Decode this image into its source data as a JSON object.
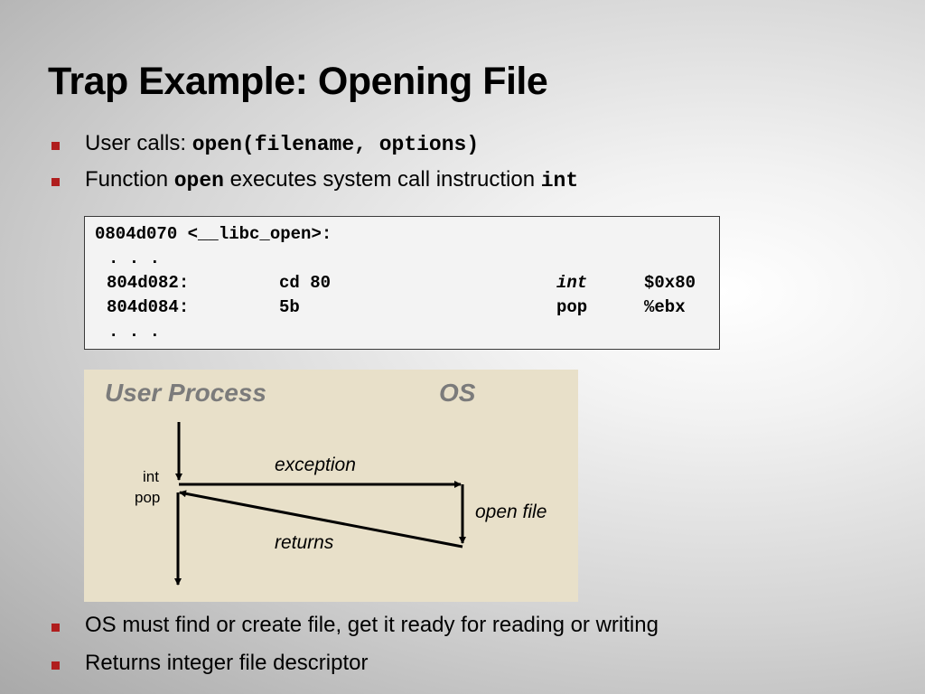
{
  "slide": {
    "title": "Trap Example: Opening File"
  },
  "bullets_top": [
    {
      "prefix": "User calls: ",
      "code": "open(filename, options)"
    },
    {
      "prefix": "Function ",
      "code1": "open",
      "middle": " executes system call instruction ",
      "code2": "int"
    }
  ],
  "code": {
    "header": "0804d070 <__libc_open>:",
    "dots1": ". . .",
    "rows": [
      {
        "addr": "804d082:",
        "bytes": "cd 80",
        "op": "int",
        "arg": "$0x80"
      },
      {
        "addr": "804d084:",
        "bytes": "5b",
        "op": "pop",
        "arg": "%ebx"
      }
    ],
    "dots2": ". . ."
  },
  "diagram": {
    "user_process": "User Process",
    "os": "OS",
    "int_label": "int",
    "pop_label": "pop",
    "exception": "exception",
    "open_file": "open file",
    "returns": "returns"
  },
  "bullets_bottom": [
    "OS must find or create file, get it ready for reading or writing",
    "Returns integer file descriptor"
  ],
  "colors": {
    "bullet": "#b01e1e",
    "diagram_bg": "#e8e0c9",
    "diagram_heading": "#7b7b7b"
  }
}
